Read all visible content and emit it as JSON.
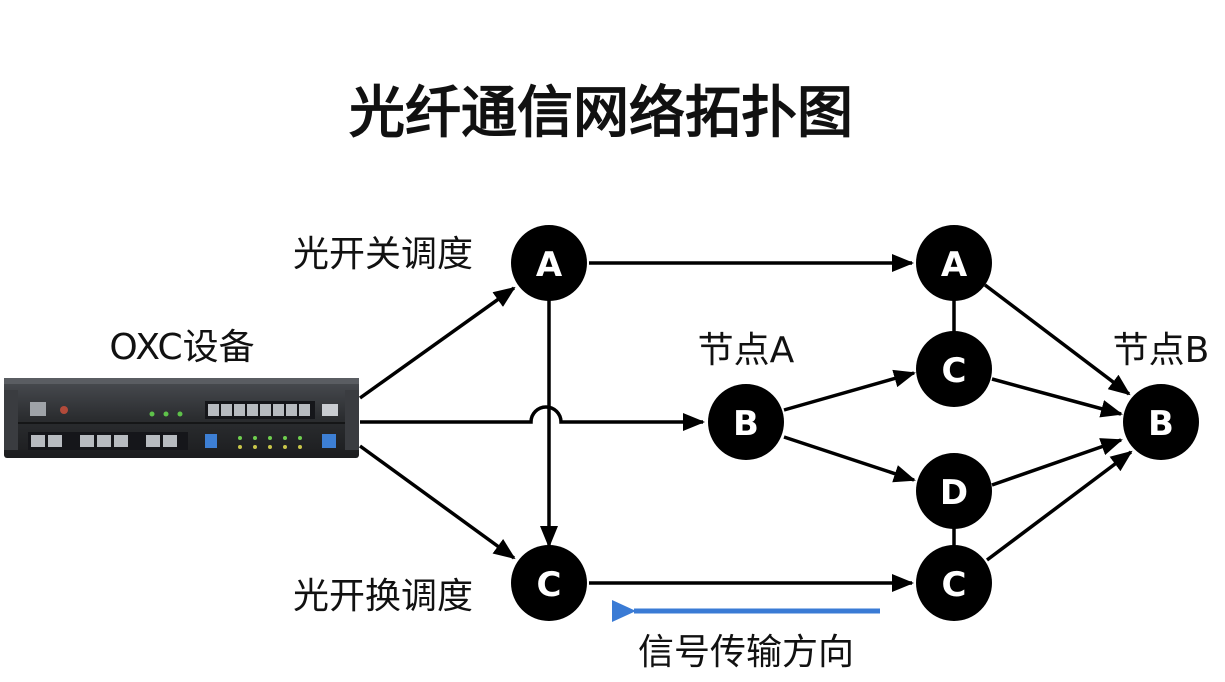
{
  "title": "光纤通信网络拓扑图",
  "labels": {
    "oxc_device": "OXC设备",
    "optical_switch_top": "光开关调度",
    "optical_switch_bottom": "光开换调度",
    "node_a_label": "节点A",
    "node_b_label": "节点B",
    "signal_direction": "信号传输方向"
  },
  "nodes": {
    "a1": "A",
    "c1": "C",
    "b1": "B",
    "a2": "A",
    "c2": "C",
    "d1": "D",
    "c3": "C",
    "b2": "B"
  },
  "colors": {
    "node": "#000000",
    "edge": "#000000",
    "signal_arrow": "#3a7bd5",
    "device_body": "#2b2d30"
  }
}
